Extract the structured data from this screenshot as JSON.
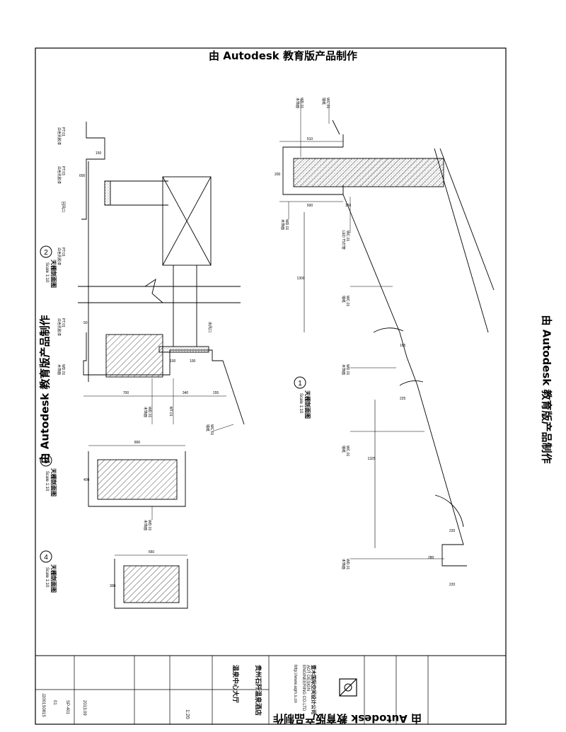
{
  "watermark": "由 Autodesk 教育版产品制作",
  "sections": [
    {
      "num": "1",
      "title": "天棚剖面图",
      "scale": "Scale 1:10"
    },
    {
      "num": "2",
      "title": "天棚剖面图",
      "scale": "Scale 1:10"
    },
    {
      "num": "3",
      "title": "天棚剖面图",
      "scale": "Scale 1:10"
    },
    {
      "num": "4",
      "title": "天棚剖面图",
      "scale": "Scale 1:10"
    }
  ],
  "tags": {
    "wd01": "WD.01",
    "wc01": "WC.01",
    "pt01": "PT.01",
    "pt03": "PT.03",
    "mt01": "MT.01",
    "wood": "木饰面",
    "wood2": "木饰面",
    "paint": "白色乳胶漆",
    "paint2": "白色乳胶漆",
    "air": "回风口",
    "led": "LED T5灯管",
    "wc": "墙纸",
    "outlet": "出风口"
  },
  "dims": {
    "d510": "510",
    "d200": "200",
    "d500": "500",
    "d150": "150",
    "d1300": "1300",
    "d165": "165",
    "d225": "225",
    "d1325": "1325",
    "d220": "220",
    "d280": "280",
    "d220b": "220",
    "d600": "600",
    "d150b": "150",
    "d700": "700",
    "d340": "340",
    "d155": "155",
    "d800": "800",
    "d400": "400",
    "d550": "550",
    "d300": "300",
    "d100": "100",
    "d100b": "100",
    "d50": "50"
  },
  "titleblock": {
    "company_cn": "壹木国际空间设计公司",
    "company_en1": "AOT DESIGN",
    "company_en2": "ENGINEERING CO.LTD",
    "project_cn": "贵州石阡温泉酒店",
    "drawing_cn": "温泉中心大厅",
    "scale": "1:20",
    "date": "2013.09",
    "sheet": "SP-401",
    "rev": "01",
    "job": "J2001S0815",
    "url": "http://www.aqm.s.cn"
  }
}
